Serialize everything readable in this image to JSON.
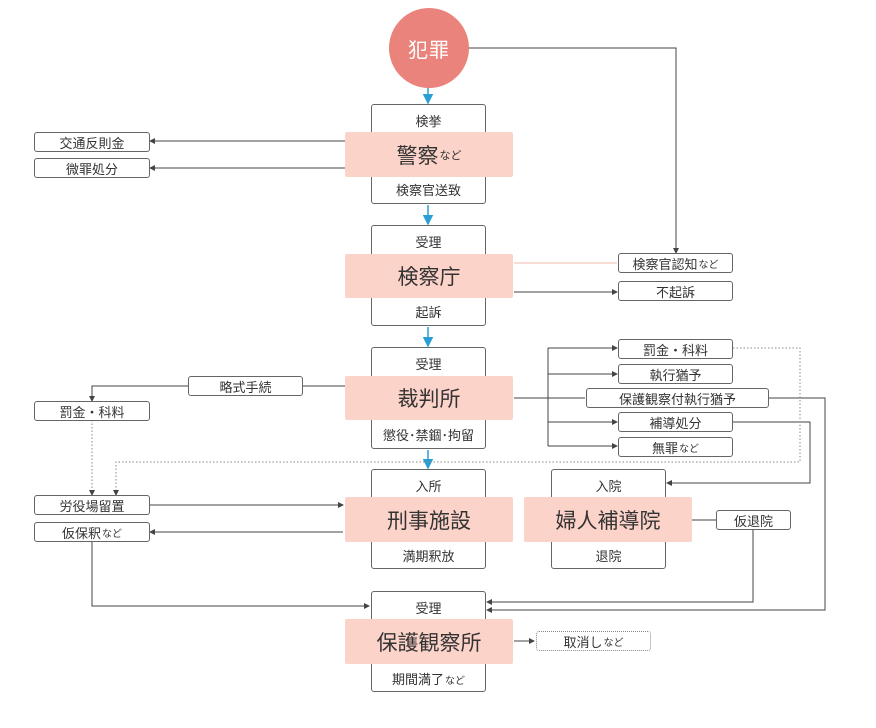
{
  "start": {
    "label": "犯罪"
  },
  "police": {
    "top": "検挙",
    "name": "警察",
    "suffix": "など",
    "bottom": "検察官送致"
  },
  "prosecution": {
    "top": "受理",
    "name": "検察庁",
    "bottom": "起訴"
  },
  "court": {
    "top": "受理",
    "name": "裁判所",
    "bottom": "懲役･禁錮･拘留"
  },
  "prison": {
    "top": "入所",
    "name": "刑事施設",
    "bottom": "満期釈放"
  },
  "guidance": {
    "top": "入院",
    "name": "婦人補導院",
    "bottom": "退院"
  },
  "probation": {
    "top": "受理",
    "name": "保護観察所",
    "bottom": "期間満了",
    "bottom_suffix": "など"
  },
  "left": {
    "traffic": "交通反則金",
    "minor": "微罪処分",
    "summary": "略式手続",
    "fine": "罰金・科料",
    "workhouse": "労役場留置",
    "parole": "仮保釈",
    "parole_suffix": "など"
  },
  "right": {
    "recognition": "検察官認知",
    "recognition_suffix": "など",
    "no_indictment": "不起訴",
    "fine": "罰金・科料",
    "suspended": "執行猶予",
    "probation_suspended": "保護観察付執行猶予",
    "guidance_disposal": "補導処分",
    "not_guilty": "無罪",
    "not_guilty_suffix": "など",
    "provisional_release": "仮退院",
    "cancel": "取消し",
    "cancel_suffix": "など"
  },
  "colors": {
    "main_fill": "#fcd3c9",
    "start_fill": "#e9837b",
    "arrow_blue": "#2a9fd6",
    "line": "#444444"
  }
}
